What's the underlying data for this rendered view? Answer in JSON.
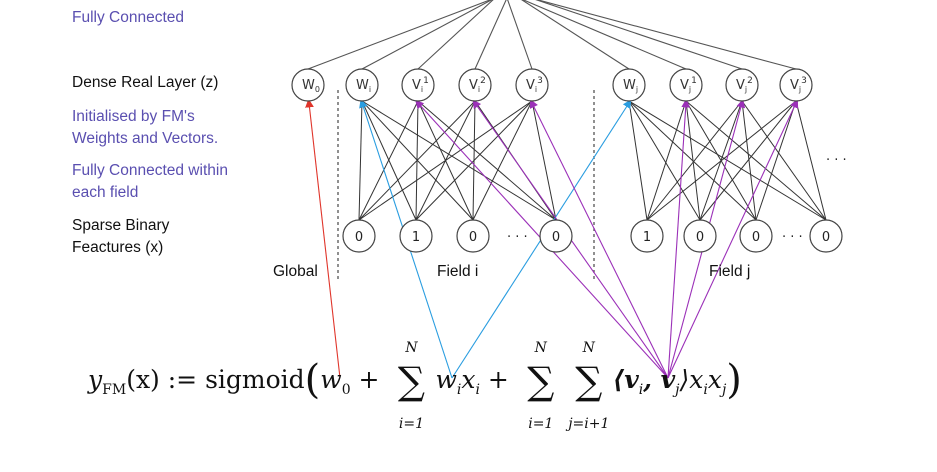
{
  "side_labels": {
    "fully_connected": "Fully Connected",
    "dense_layer": "Dense Real Layer (z)",
    "initialised_1": "Initialised by FM's",
    "initialised_2": "Weights and Vectors.",
    "fully_within_1": "Fully Connected within",
    "fully_within_2": "each field",
    "sparse_1": "Sparse Binary",
    "sparse_2": "Feactures (x)"
  },
  "field_labels": {
    "global": "Global",
    "field_i": "Field i",
    "field_j": "Field j"
  },
  "dense_nodes": {
    "global": [
      "W0"
    ],
    "field_i": [
      "Wi",
      "Vi1",
      "Vi2",
      "Vi3"
    ],
    "field_j": [
      "Wj",
      "Vj1",
      "Vj2",
      "Vj3"
    ]
  },
  "sparse_nodes": {
    "field_i": [
      "0",
      "1",
      "0",
      "0"
    ],
    "field_j": [
      "1",
      "0",
      "0",
      "0"
    ]
  },
  "ellipsis": "· · ·",
  "formula": {
    "lhs": "y",
    "lhs_sub": "FM",
    "arg": "(x)",
    "assign": ":=",
    "fn": "sigmoid",
    "w0": "w",
    "w0_sub": "0",
    "term1": "w",
    "term1_sub": "i",
    "x1": "x",
    "x1_sub": "i",
    "sum_upper": "N",
    "sum1_lower": "i=1",
    "sum2_lower": "i=1",
    "sum3_lower": "j=i+1",
    "inner": "⟨v",
    "inner_sub_i": "i",
    "inner_sep": ", v",
    "inner_sub_j": "j",
    "inner_close": "⟩x",
    "tail_sub_i": "i",
    "tail_x": "x",
    "tail_sub_j": "j"
  },
  "colors": {
    "red": "#e0352b",
    "blue": "#2a9de0",
    "purple": "#9b30b8",
    "label_purple": "#5a4fb0"
  }
}
